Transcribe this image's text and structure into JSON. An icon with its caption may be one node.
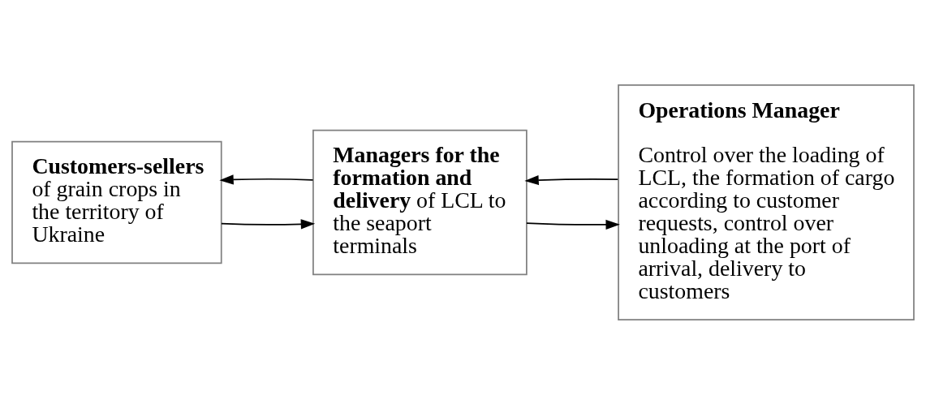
{
  "diagram": {
    "nodes": [
      {
        "text": [
          "**Customers-sellers** of grain crops in the territory of Ukraine"
        ]
      },
      {
        "text": [
          "**Managers for the formation and delivery** of LCL to the seaport terminals"
        ]
      },
      {
        "text": [
          "Operations Manager",
          "Control over the loading of LCL, the formation of cargo according to customer requests, control over unloading at the port of arrival, delivery to customers"
        ]
      }
    ],
    "edges": [
      {
        "from": 0,
        "to": 1,
        "arrow": "to"
      },
      {
        "from": 1,
        "to": 0,
        "arrow": "to"
      },
      {
        "from": 1,
        "to": 2,
        "arrow": "to"
      },
      {
        "from": 2,
        "to": 1,
        "arrow": "to"
      }
    ]
  }
}
